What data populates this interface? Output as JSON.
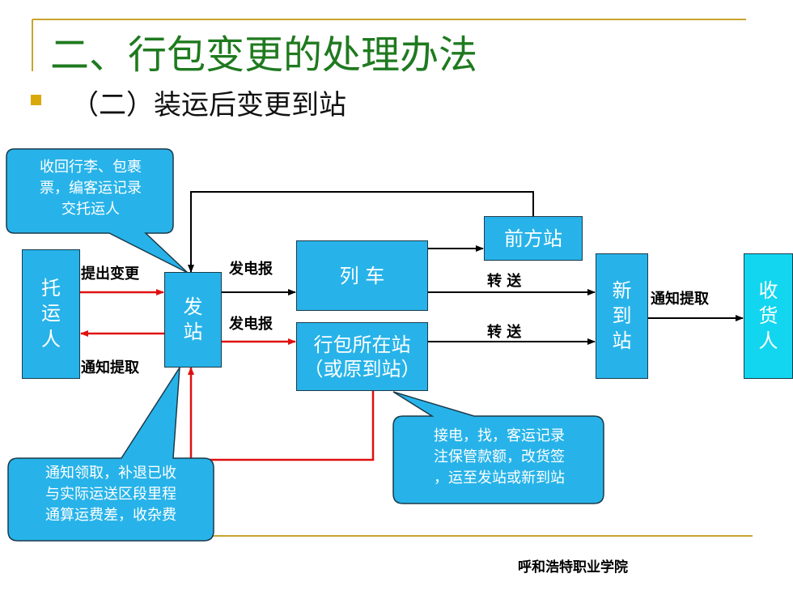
{
  "title": "二、行包变更的处理办法",
  "subtitle": "（二）装运后变更到站",
  "nodes": {
    "shipper": "托运人",
    "origin_station": "发站",
    "train": "列 车",
    "front_station": "前方站",
    "baggage_station": "行包所在站（或原到站）",
    "baggage_station_line1": "行包所在站",
    "baggage_station_line2": "（或原到站）",
    "new_station": "新到站",
    "consignee": "收货人"
  },
  "labels": {
    "request_change": "提出变更",
    "notify_pickup_left": "通知提取",
    "telegram_top": "发电报",
    "telegram_bottom": "发电报",
    "transfer_top": "转 送",
    "transfer_bottom": "转 送",
    "notify_pickup_right": "通知提取"
  },
  "callouts": {
    "top_left": [
      "收回行李、包裹",
      "票，编客运记录",
      "交托运人"
    ],
    "bottom_left": [
      "通知领取，补退已收",
      "与实际运送区段里程",
      "通算运费差，收杂费"
    ],
    "bottom_center": [
      "接电，找，客运记录",
      "注保管款额，改货签",
      "，运至发站或新到站"
    ]
  },
  "footer": "呼和浩特职业学院",
  "colors": {
    "title": "#1f7a1f",
    "box_fill": "#27b3e9",
    "consignee_fill": "#12d6ef",
    "red_arrow": "#e01010",
    "black_arrow": "#000000",
    "rule": "#c8a430",
    "bullet": "#d9a90a"
  }
}
